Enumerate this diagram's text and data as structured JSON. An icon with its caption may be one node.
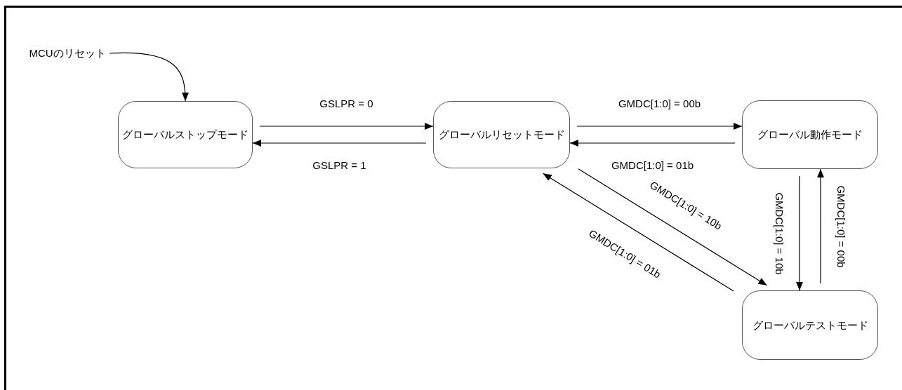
{
  "diagram": {
    "nodes": [
      {
        "text": [
          "MCUのリセット"
        ]
      },
      {
        "text": [
          "グローバルストップモード"
        ]
      },
      {
        "text": [
          "グローバルリセットモード"
        ]
      },
      {
        "text": [
          "グローバル動作モード"
        ]
      },
      {
        "text": [
          "グローバルテストモード"
        ]
      }
    ],
    "edges": [
      {
        "from": 0,
        "to": 1,
        "arrow": "to"
      },
      {
        "from": 1,
        "to": 2,
        "arrow": "to",
        "label": "GSLPR = 0"
      },
      {
        "from": 2,
        "to": 1,
        "arrow": "to",
        "label": "GSLPR = 1"
      },
      {
        "from": 2,
        "to": 3,
        "arrow": "to",
        "label": "GMDC[1:0] = 00b"
      },
      {
        "from": 3,
        "to": 2,
        "arrow": "to",
        "label": "GMDC[1:0] = 01b"
      },
      {
        "from": 2,
        "to": 4,
        "arrow": "to",
        "label": "GMDC[1:0] = 10b"
      },
      {
        "from": 4,
        "to": 2,
        "arrow": "to",
        "label": "GMDC[1:0] = 01b"
      },
      {
        "from": 3,
        "to": 4,
        "arrow": "to",
        "label": "GMDC[1:0] = 10b"
      },
      {
        "from": 4,
        "to": 3,
        "arrow": "to",
        "label": "GMDC[1:0] = 00b"
      }
    ]
  }
}
